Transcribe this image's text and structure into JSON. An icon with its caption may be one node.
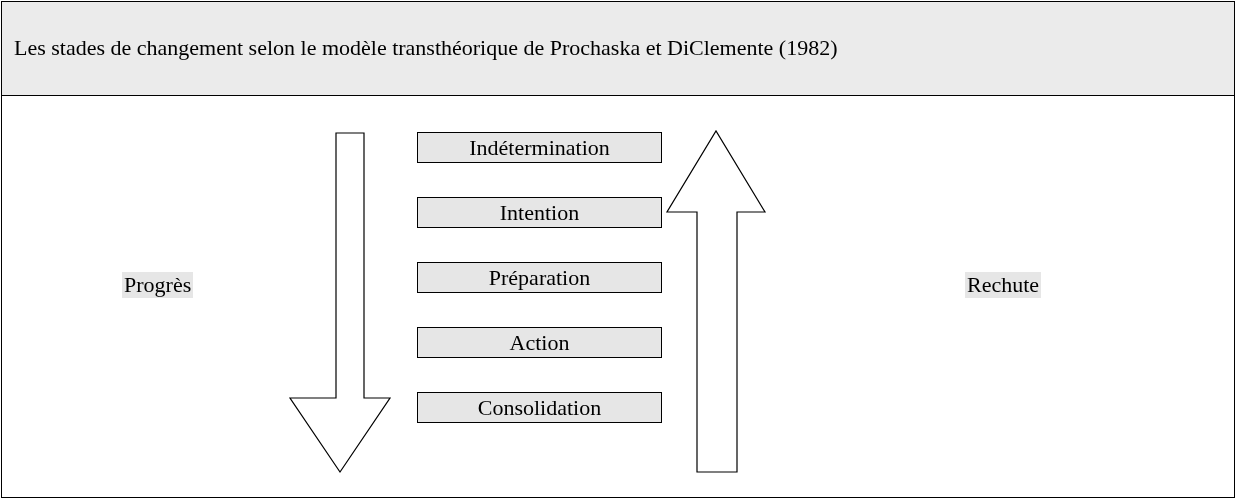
{
  "diagram": {
    "title": "Les stades de changement selon le modèle transthéorique de Prochaska et DiClemente (1982)",
    "nodes": [
      {
        "text": [
          "Indétermination"
        ]
      },
      {
        "text": [
          "Intention"
        ]
      },
      {
        "text": [
          "Préparation"
        ]
      },
      {
        "text": [
          "Action"
        ]
      },
      {
        "text": [
          "Consolidation"
        ]
      }
    ],
    "labels": [
      "Progrès",
      "Rechute"
    ]
  }
}
